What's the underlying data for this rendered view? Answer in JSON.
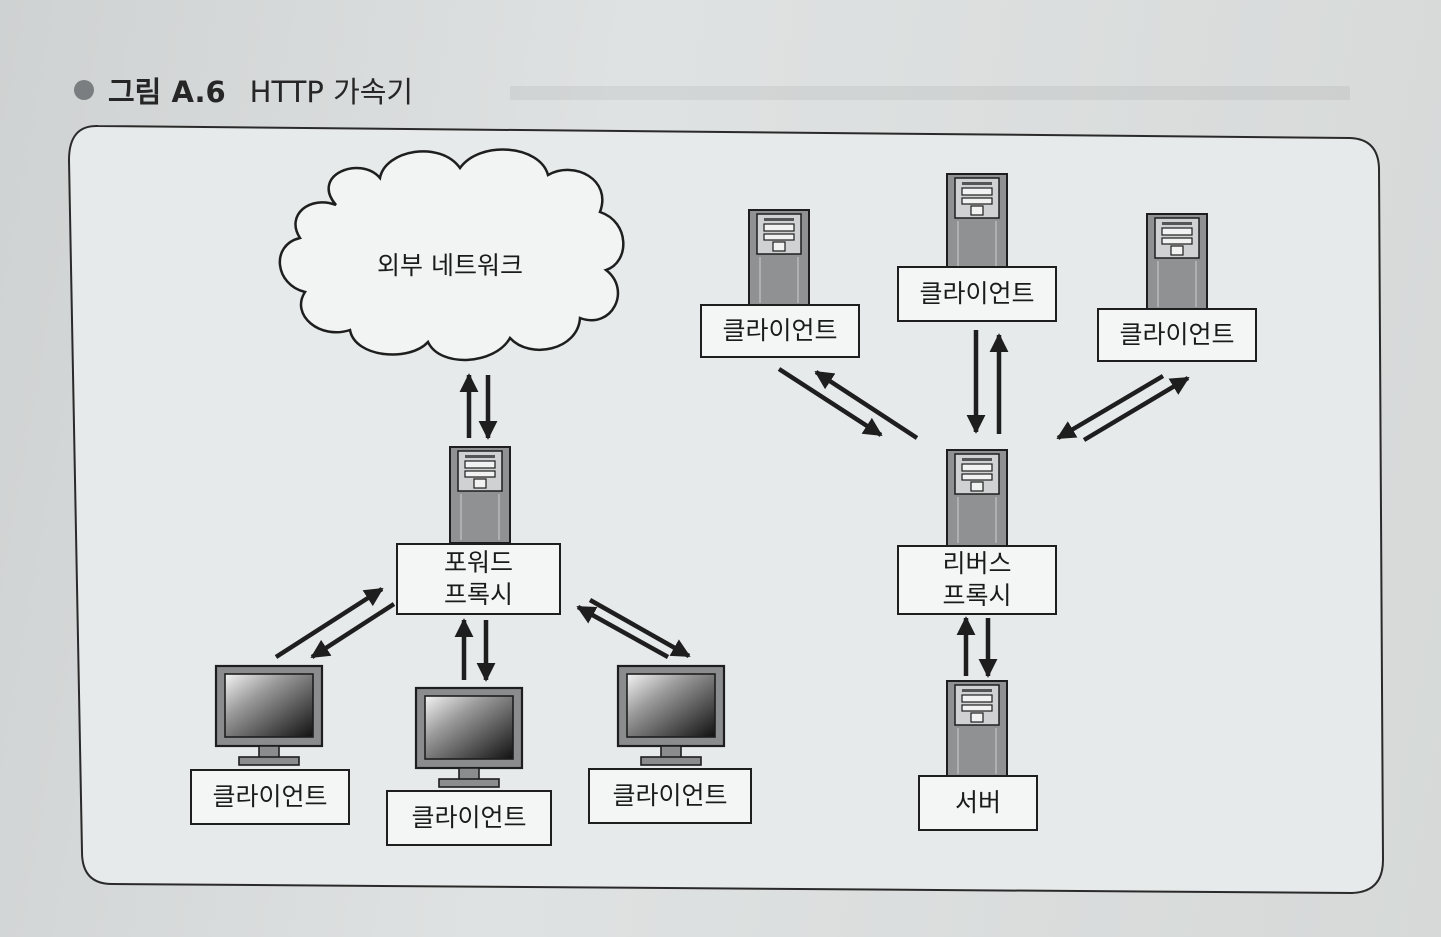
{
  "caption": {
    "figure_number": "그림 A.6",
    "title": "HTTP 가속기"
  },
  "forward_side": {
    "cloud_label": "외부 네트워크",
    "proxy_label": "포워드\n프록시",
    "clients": [
      "클라이언트",
      "클라이언트",
      "클라이언트"
    ]
  },
  "reverse_side": {
    "clients": [
      "클라이언트",
      "클라이언트",
      "클라이언트"
    ],
    "proxy_label": "리버스\n프록시",
    "server_label": "서버"
  },
  "colors": {
    "line": "#1e1e1e",
    "box_fill": "#f4f5f5",
    "server_body": "#8f9193",
    "server_face": "#cfd1d2"
  }
}
